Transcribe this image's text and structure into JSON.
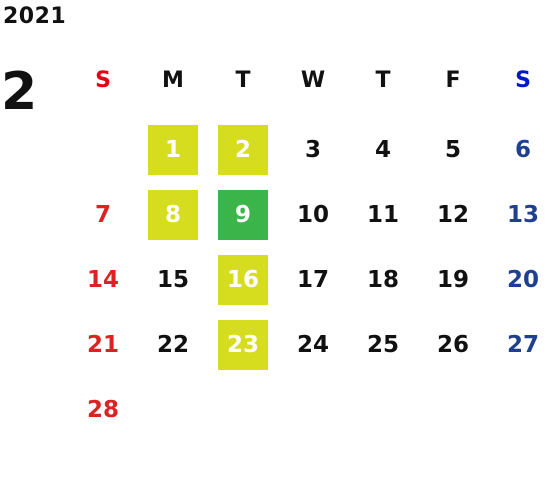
{
  "calendar": {
    "year": "2021",
    "month": "2",
    "weekdays": [
      "S",
      "M",
      "T",
      "W",
      "T",
      "F",
      "S"
    ],
    "days": [
      {
        "label": "1",
        "col": 1,
        "row": 0,
        "highlight": "yellow"
      },
      {
        "label": "2",
        "col": 2,
        "row": 0,
        "highlight": "yellow"
      },
      {
        "label": "3",
        "col": 3,
        "row": 0
      },
      {
        "label": "4",
        "col": 4,
        "row": 0
      },
      {
        "label": "5",
        "col": 5,
        "row": 0
      },
      {
        "label": "6",
        "col": 6,
        "row": 0
      },
      {
        "label": "7",
        "col": 0,
        "row": 1
      },
      {
        "label": "8",
        "col": 1,
        "row": 1,
        "highlight": "yellow"
      },
      {
        "label": "9",
        "col": 2,
        "row": 1,
        "highlight": "green"
      },
      {
        "label": "10",
        "col": 3,
        "row": 1
      },
      {
        "label": "11",
        "col": 4,
        "row": 1
      },
      {
        "label": "12",
        "col": 5,
        "row": 1
      },
      {
        "label": "13",
        "col": 6,
        "row": 1
      },
      {
        "label": "14",
        "col": 0,
        "row": 2
      },
      {
        "label": "15",
        "col": 1,
        "row": 2
      },
      {
        "label": "16",
        "col": 2,
        "row": 2,
        "highlight": "yellow"
      },
      {
        "label": "17",
        "col": 3,
        "row": 2
      },
      {
        "label": "18",
        "col": 4,
        "row": 2
      },
      {
        "label": "19",
        "col": 5,
        "row": 2
      },
      {
        "label": "20",
        "col": 6,
        "row": 2
      },
      {
        "label": "21",
        "col": 0,
        "row": 3
      },
      {
        "label": "22",
        "col": 1,
        "row": 3
      },
      {
        "label": "23",
        "col": 2,
        "row": 3,
        "highlight": "yellow"
      },
      {
        "label": "24",
        "col": 3,
        "row": 3
      },
      {
        "label": "25",
        "col": 4,
        "row": 3
      },
      {
        "label": "26",
        "col": 5,
        "row": 3
      },
      {
        "label": "27",
        "col": 6,
        "row": 3
      },
      {
        "label": "28",
        "col": 0,
        "row": 4
      }
    ]
  },
  "colors": {
    "sunday_header": "#e60012",
    "saturday_header": "#0019c8",
    "sunday": "#dd2222",
    "saturday": "#1f3f8f",
    "highlight_yellow": "#d6dd1e",
    "highlight_green": "#3bb54a"
  }
}
